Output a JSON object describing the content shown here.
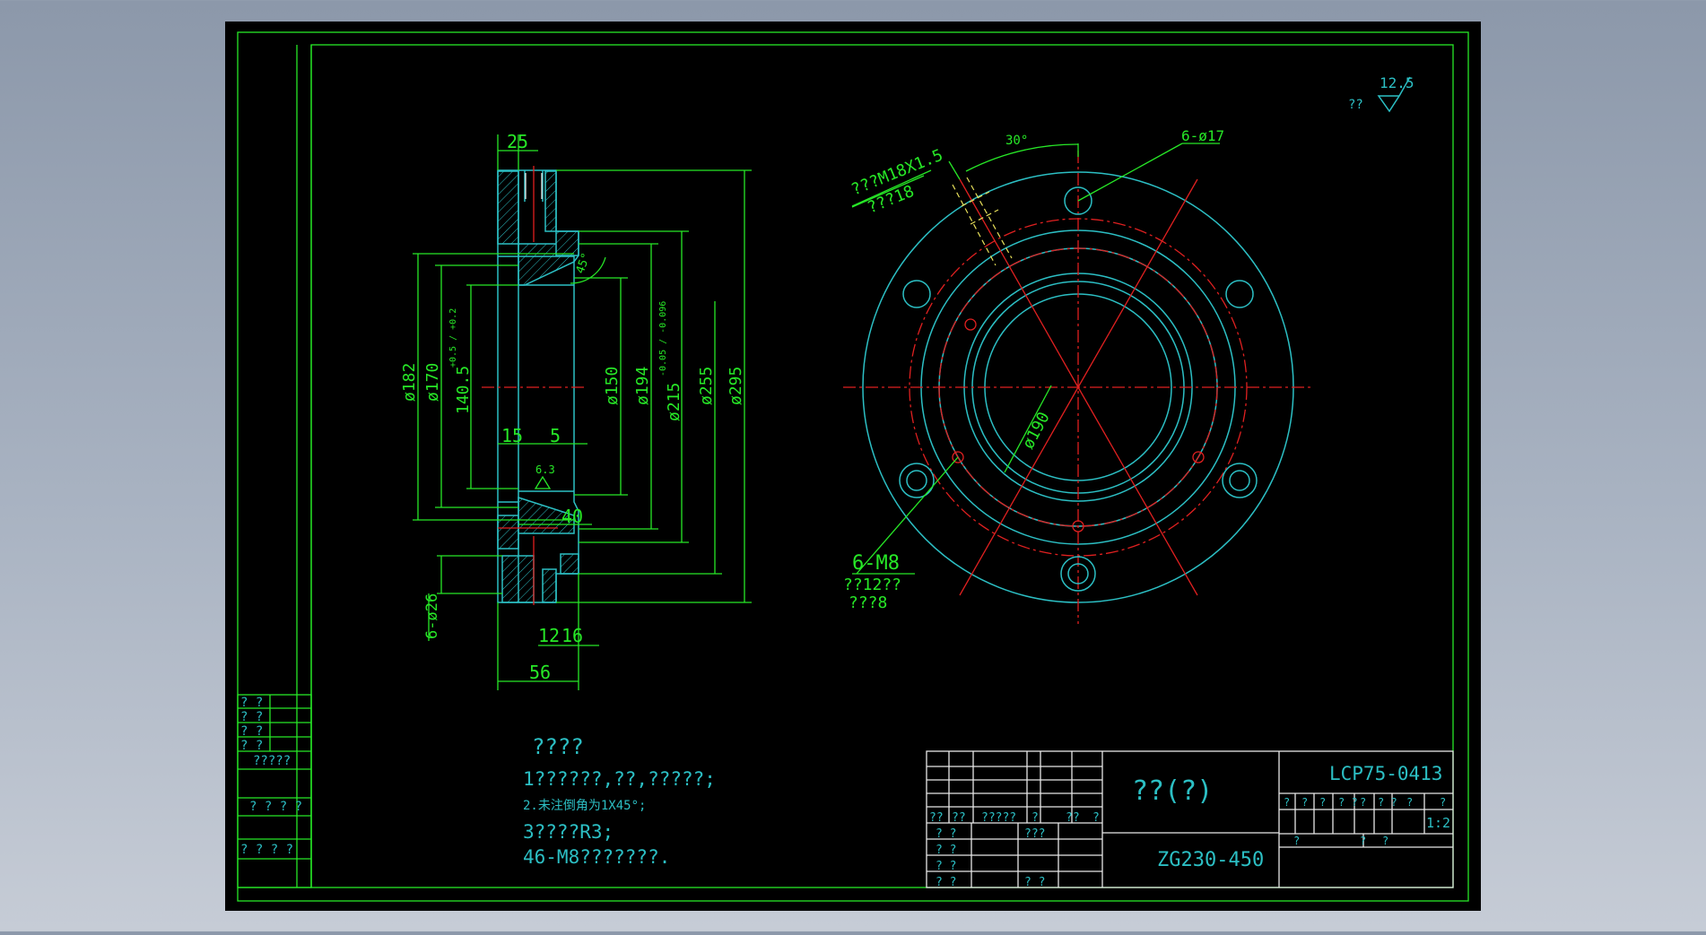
{
  "colors": {
    "background": "#000000",
    "frame": "#27e827",
    "outline": "#2cbfc4",
    "centerline": "#e02020",
    "dimension": "#27e827"
  },
  "left_block": {
    "row1": "? ?",
    "row2": "? ?",
    "row3": "? ?",
    "row4": "? ?",
    "row5": "?????",
    "row6": "? ? ? ?",
    "row7": "? ? ?  ?"
  },
  "roughness": {
    "label": "??",
    "value": "12.5"
  },
  "section_view": {
    "dims": {
      "top_width": "25",
      "d182": "ø182",
      "d170": "ø170",
      "d140": "140.5",
      "d140_tol": "+0.5 / +0.2",
      "d150": "ø150",
      "d194": "ø194",
      "d215": "ø215",
      "d215_tol": "-0.05 / -0.096",
      "d255": "ø255",
      "d295": "ø295",
      "w15": "15",
      "w5": "5",
      "w40": "40",
      "chamfer": "45°",
      "rough_small": "6.3",
      "holes": "6-ø26",
      "w12": "12",
      "w16": "16",
      "w56": "56"
    }
  },
  "front_view": {
    "labels": {
      "thread_line1": "???M18X1.5",
      "thread_line2": "???18",
      "angle": "30°",
      "holes17": "6-ø17",
      "d190": "ø190",
      "m8": "6-M8",
      "m8_line2": "??12??",
      "m8_line3": "???8"
    }
  },
  "notes": {
    "title": "????",
    "line1": "1??????,??,?????;",
    "line2": "2.未注倒角为1X45°;",
    "line3": "3????R3;",
    "line4": "46-M8???????."
  },
  "title_block": {
    "part_name": "??(?)",
    "drawing_no": "LCP75-0413",
    "material": "ZG230-450",
    "scale": "1:2",
    "header_cells": [
      "??",
      "??",
      "?????",
      "?",
      "??",
      "?"
    ],
    "sign_rows": [
      {
        "a": "? ?",
        "b": "???"
      },
      {
        "a": "? ?",
        "b": ""
      },
      {
        "a": "? ?",
        "b": ""
      },
      {
        "a": "? ?",
        "b": "? ?"
      }
    ],
    "small_row": [
      "?",
      "?",
      "?",
      "? ?",
      "?",
      "? ?",
      "?",
      "?"
    ],
    "sheet_row": [
      "?",
      "?",
      "?"
    ]
  }
}
